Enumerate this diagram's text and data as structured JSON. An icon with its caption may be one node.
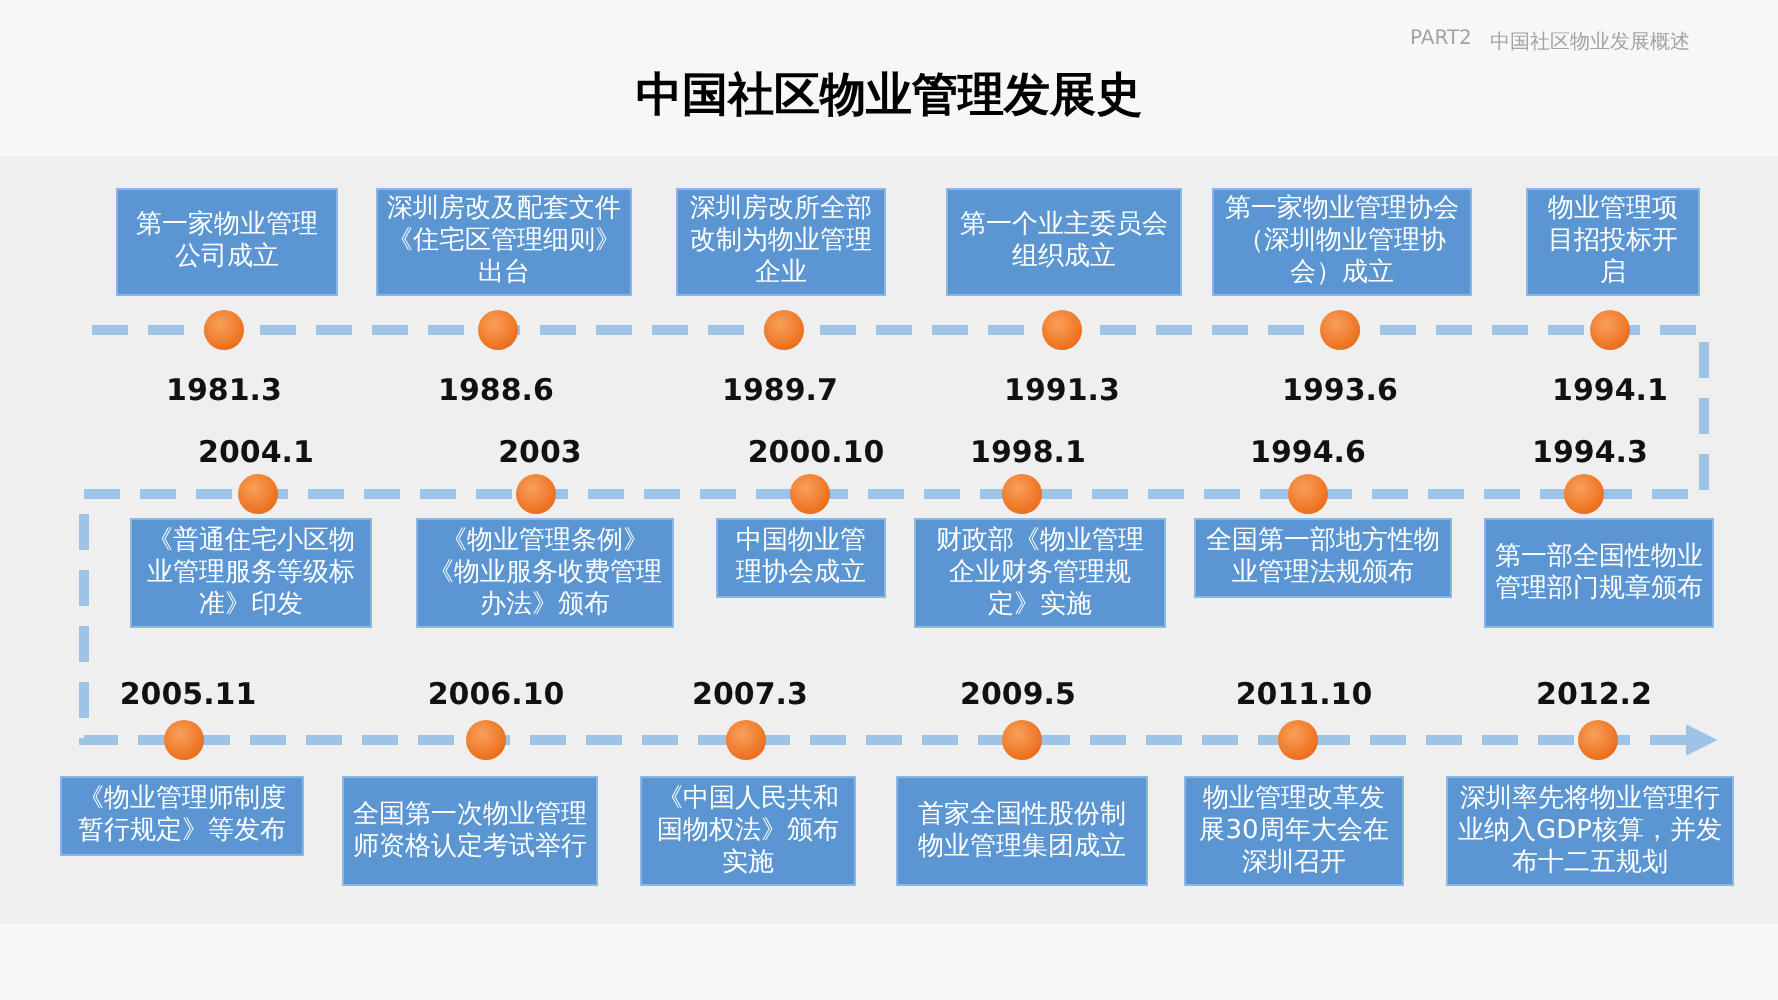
{
  "diagram": {
    "title": "中国社区物业管理发展史",
    "nodes": [
      {
        "text": [
          "第一家物业管理公司成立"
        ],
        "beside": [
          "1981.3"
        ]
      },
      {
        "text": [
          "深圳房改及配套文件《住宅区管理细则》出台"
        ],
        "beside": [
          "1988.6"
        ]
      },
      {
        "text": [
          "深圳房改所全部改制为物业管理企业"
        ],
        "beside": [
          "1989.7"
        ]
      },
      {
        "text": [
          "第一个业主委员会组织成立"
        ],
        "beside": [
          "1991.3"
        ]
      },
      {
        "text": [
          "第一家物业管理协会（深圳物业管理协会）成立"
        ],
        "beside": [
          "1993.6"
        ]
      },
      {
        "text": [
          "物业管理项目招投标开启"
        ],
        "beside": [
          "1994.1"
        ]
      },
      {
        "text": [
          "第一部全国性物业管理部门规章颁布"
        ],
        "beside": [
          "1994.3"
        ]
      },
      {
        "text": [
          "全国第一部地方性物业管理法规颁布"
        ],
        "beside": [
          "1994.6"
        ]
      },
      {
        "text": [
          "财政部《物业管理企业财务管理规定》实施"
        ],
        "beside": [
          "1998.1"
        ]
      },
      {
        "text": [
          "中国物业管理协会成立"
        ],
        "beside": [
          "2000.10"
        ]
      },
      {
        "text": [
          "《物业管理条例》《物业服务收费管理办法》颁布"
        ],
        "beside": [
          "2003"
        ]
      },
      {
        "text": [
          "《普通住宅小区物业管理服务等级标准》印发"
        ],
        "beside": [
          "2004.1"
        ]
      },
      {
        "text": [
          "《物业管理师制度暂行规定》等发布"
        ],
        "beside": [
          "2005.11"
        ]
      },
      {
        "text": [
          "全国第一次物业管理师资格认定考试举行"
        ],
        "beside": [
          "2006.10"
        ]
      },
      {
        "text": [
          "《中国人民共和国物权法》颁布实施"
        ],
        "beside": [
          "2007.3"
        ]
      },
      {
        "text": [
          "首家全国性股份制物业管理集团成立"
        ],
        "beside": [
          "2009.5"
        ]
      },
      {
        "text": [
          "物业管理改革发展30周年大会在深圳召开"
        ],
        "beside": [
          "2011.10"
        ]
      },
      {
        "text": [
          "深圳率先将物业管理行业纳入GDP核算，并发布十二五规划"
        ],
        "beside": [
          "2012.2"
        ]
      }
    ],
    "labels": [
      "PART2",
      "中国社区物业发展概述"
    ]
  }
}
